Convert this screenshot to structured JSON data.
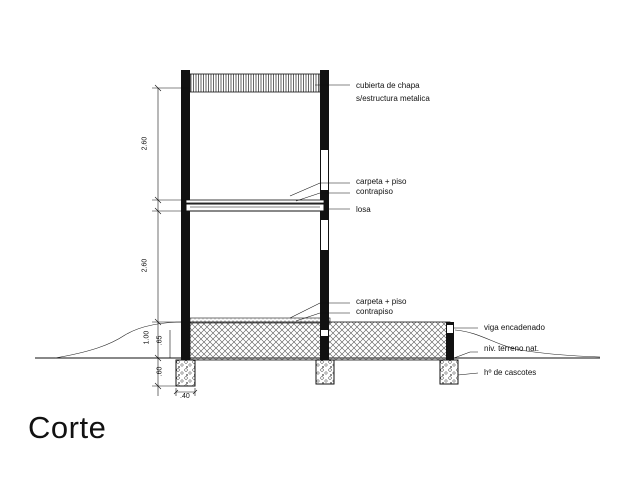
{
  "title": "Corte",
  "labels": {
    "roof": "cubierta de chapa",
    "roof_structure": "s/estructura metalica",
    "upper_floor_finish": "carpeta + piso",
    "upper_subfloor": "contrapiso",
    "slab": "losa",
    "ground_floor_finish": "carpeta + piso",
    "ground_subfloor": "contrapiso",
    "beam": "viga encadenado",
    "terrain": "niv. terreno nat.",
    "footing": "hº de cascotes"
  },
  "dimensions": {
    "upper_height": "2.60",
    "lower_height": "2.60",
    "plinth_height": "1.00",
    "plinth_inner": ".65",
    "footing_depth": ".60",
    "footing_width": ".40"
  },
  "colors": {
    "ink": "#111111",
    "hatch": "#555555"
  }
}
